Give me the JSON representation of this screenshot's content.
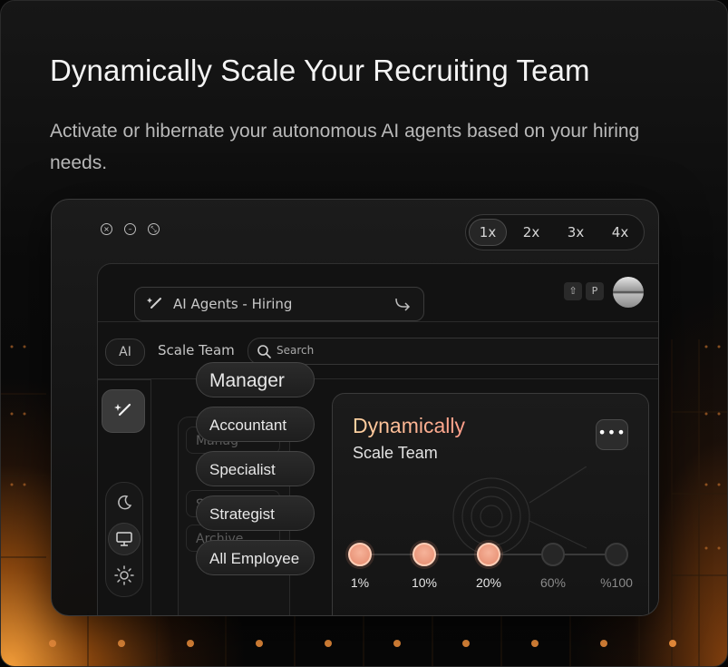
{
  "headline": "Dynamically Scale Your Recruiting Team",
  "subtitle": "Activate or hibernate your autonomous AI agents based on your hiring needs.",
  "window": {
    "speed_options": [
      "1x",
      "2x",
      "3x",
      "4x"
    ],
    "selected_speed": "1x"
  },
  "app": {
    "bar_label": "AI Agents - Hiring",
    "kbd_keys": [
      "⇧",
      "P"
    ],
    "ai_chip": "AI",
    "breadcrumb": "Scale Team",
    "search_placeholder": "Search",
    "ghost_items": [
      "Manag",
      "Str",
      "Archive"
    ]
  },
  "roles": [
    "Manager",
    "Accountant",
    "Specialist",
    "Strategist",
    "All Employee"
  ],
  "panel": {
    "title": "Dynamically",
    "subtitle": "Scale Team",
    "more_label": "•••",
    "steps": [
      {
        "label": "1%",
        "active": true
      },
      {
        "label": "10%",
        "active": true
      },
      {
        "label": "20%",
        "active": true
      },
      {
        "label": "60%",
        "active": false
      },
      {
        "label": "%100",
        "active": false
      }
    ]
  },
  "colors": {
    "accent_glow": "#f39a3a",
    "step_active": "#f0a084",
    "title_gradient_start": "#ffd2a0"
  }
}
